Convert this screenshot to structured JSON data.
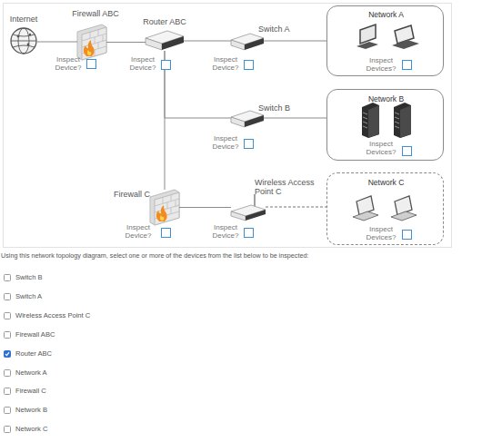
{
  "diagram": {
    "nodes": [
      {
        "text": [
          "Internet"
        ]
      },
      {
        "text": [
          "Firewall ABC",
          "Inspect Device?"
        ]
      },
      {
        "text": [
          "Router ABC",
          "Inspect Device?"
        ]
      },
      {
        "text": [
          "Switch A",
          "Inspect Device?"
        ]
      },
      {
        "text": [
          "Network A",
          "Inspect Devices?"
        ]
      },
      {
        "text": [
          "Switch B",
          "Inspect Device?"
        ]
      },
      {
        "text": [
          "Network B",
          "Inspect Devices?"
        ]
      },
      {
        "text": [
          "Firewall C",
          "Inspect Device?"
        ]
      },
      {
        "text": [
          "Wireless Access Point C",
          "Inspect Device?"
        ]
      },
      {
        "text": [
          "Network C",
          "Inspect Devices?"
        ]
      }
    ],
    "edges": [
      {
        "from": 0,
        "to": 1,
        "arrow": "none"
      },
      {
        "from": 1,
        "to": 2,
        "arrow": "none"
      },
      {
        "from": 2,
        "to": 3,
        "arrow": "none"
      },
      {
        "from": 3,
        "to": 4,
        "arrow": "none"
      },
      {
        "from": 2,
        "to": 5,
        "arrow": "none"
      },
      {
        "from": 5,
        "to": 6,
        "arrow": "none"
      },
      {
        "from": 2,
        "to": 7,
        "arrow": "none"
      },
      {
        "from": 7,
        "to": 8,
        "arrow": "none"
      },
      {
        "from": 8,
        "to": 9,
        "arrow": "none"
      }
    ],
    "labels": [
      "Using this network topology diagram, select one or more of the devices from the list below to be inspected:",
      "Switch B",
      "Switch A",
      "Wireless Access Point C",
      "Firewall ABC",
      "Router ABC",
      "Network A",
      "Firewall C",
      "Network B",
      "Network C"
    ]
  }
}
